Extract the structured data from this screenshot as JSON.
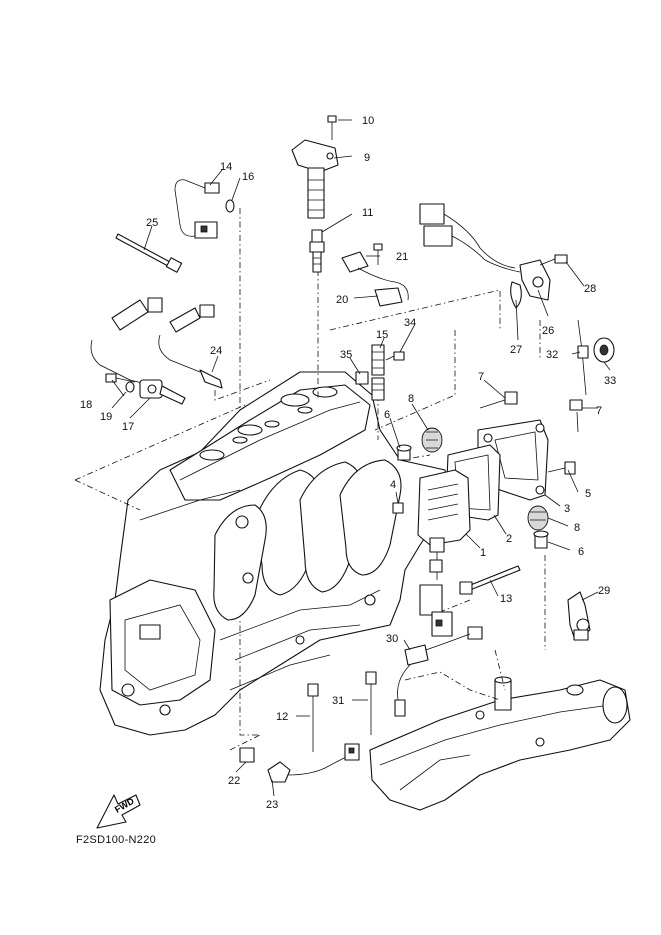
{
  "diagram": {
    "doc_code": "F2SD100-N220",
    "direction_arrow_label": "FWD",
    "callouts": [
      "10",
      "9",
      "14",
      "16",
      "11",
      "21",
      "25",
      "20",
      "28",
      "15",
      "34",
      "26",
      "27",
      "24",
      "35",
      "32",
      "33",
      "7",
      "18",
      "19",
      "17",
      "8",
      "6",
      "7",
      "4",
      "5",
      "3",
      "8",
      "2",
      "6",
      "1",
      "13",
      "29",
      "30",
      "31",
      "12",
      "22",
      "23"
    ]
  }
}
